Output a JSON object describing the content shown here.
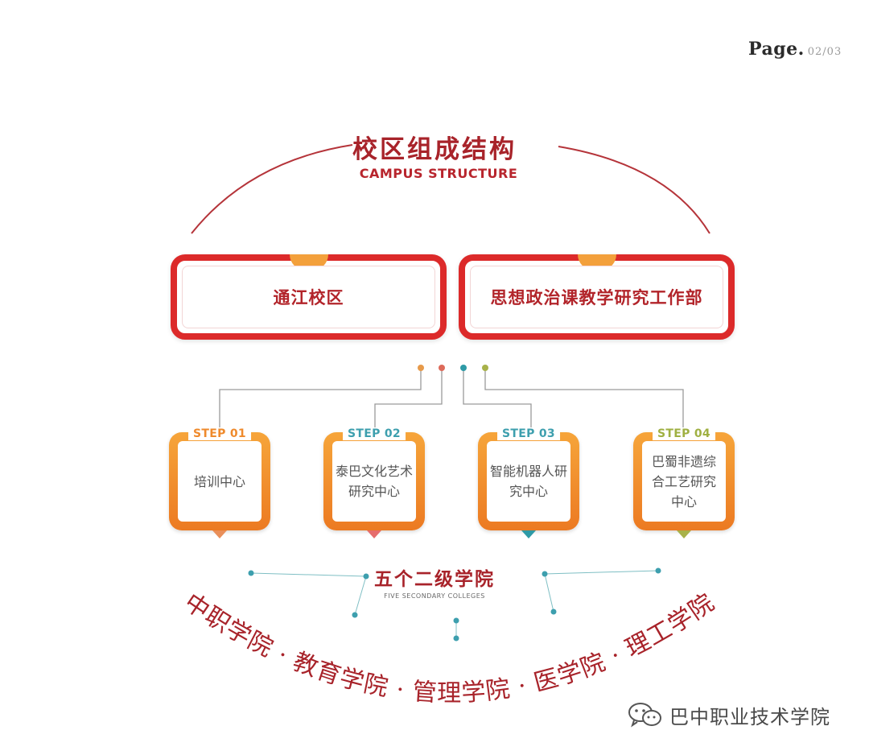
{
  "page_indicator": {
    "label": "Page.",
    "number": "02/03"
  },
  "title": {
    "cn": "校区组成结构",
    "en": "CAMPUS STRUCTURE"
  },
  "campuses": [
    {
      "label": "通江校区"
    },
    {
      "label": "思想政治课教学研究工作部"
    }
  ],
  "connector_dot_colors": [
    "#e79a4a",
    "#dd6a5a",
    "#2e9aa6",
    "#a8b24a"
  ],
  "steps": [
    {
      "tag": "STEP 01",
      "text": "培训中心",
      "tag_color": "#ef8a2c",
      "pointer_color": "#e98f5a"
    },
    {
      "tag": "STEP 02",
      "text": "泰巴文化艺术研究中心",
      "tag_color": "#3d9fae",
      "pointer_color": "#e66d6d"
    },
    {
      "tag": "STEP 03",
      "text": "智能机器人研究中心",
      "tag_color": "#3d9fae",
      "pointer_color": "#2e9aa6"
    },
    {
      "tag": "STEP 04",
      "text": "巴蜀非遗综合工艺研究中心",
      "tag_color": "#9fb042",
      "pointer_color": "#a8b24a"
    }
  ],
  "colleges": {
    "title": "五个二级学院",
    "subtitle": "FIVE SECONDARY COLLEGES",
    "list": "中职学院 · 教育学院 · 管理学院 · 医学院 · 理工学院"
  },
  "watermark": {
    "icon": "wechat-icon",
    "text": "巴中职业技术学院"
  },
  "colors": {
    "primary_red": "#dc2a2a",
    "title_red": "#a8232a",
    "orange": "#ef8a2c",
    "teal": "#3d9fae"
  }
}
